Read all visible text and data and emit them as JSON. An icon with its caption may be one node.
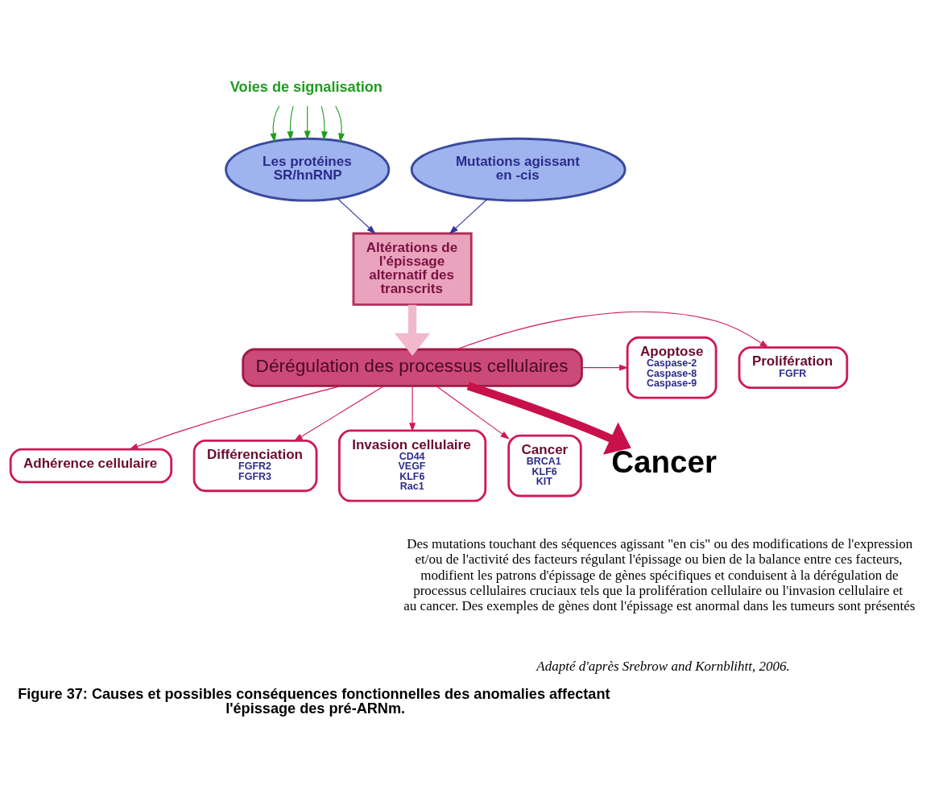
{
  "diagram": {
    "caption": "Figure 37: Causes et possibles conséquences fonctionnelles des anomalies affectant l'épissage des pré-ARNm.",
    "nodes": [
      {
        "text": [
          "Voies de signalisation"
        ]
      },
      {
        "text": [
          "Les protéines SR/hnRNP"
        ]
      },
      {
        "text": [
          "Mutations agissant en -cis"
        ]
      },
      {
        "text": [
          "Altérations de l'épissage alternatif des transcrits"
        ]
      },
      {
        "text": [
          "Dérégulation des processus cellulaires"
        ]
      },
      {
        "text": [
          "Prolifération",
          "FGFR"
        ]
      },
      {
        "text": [
          "Apoptose",
          "Caspase-2",
          "Caspase-8",
          "Caspase-9"
        ]
      },
      {
        "text": [
          "Adhérence cellulaire"
        ]
      },
      {
        "text": [
          "Différenciation",
          "FGFR2",
          "FGFR3"
        ]
      },
      {
        "text": [
          "Invasion cellulaire",
          "CD44",
          "VEGF",
          "KLF6",
          "Rac1"
        ]
      },
      {
        "text": [
          "Cancer",
          "BRCA1",
          "KLF6",
          "KIT"
        ]
      },
      {
        "text": [
          "Cancer"
        ]
      }
    ],
    "edges": [
      {
        "from": 0,
        "to": 1,
        "arrow": "to",
        "color": "#1e9e1e"
      },
      {
        "from": 0,
        "to": 1,
        "arrow": "to",
        "color": "#1e9e1e"
      },
      {
        "from": 0,
        "to": 1,
        "arrow": "to",
        "color": "#1e9e1e"
      },
      {
        "from": 0,
        "to": 1,
        "arrow": "to",
        "color": "#1e9e1e"
      },
      {
        "from": 0,
        "to": 1,
        "arrow": "to",
        "color": "#1e9e1e"
      },
      {
        "from": 1,
        "to": 3,
        "arrow": "to",
        "color": "#2e3596"
      },
      {
        "from": 2,
        "to": 3,
        "arrow": "to",
        "color": "#2e3596"
      },
      {
        "from": 3,
        "to": 4,
        "arrow": "to",
        "style": "thick",
        "color": "#f2b8cc"
      },
      {
        "from": 4,
        "to": 5,
        "arrow": "to"
      },
      {
        "from": 4,
        "to": 6,
        "arrow": "to"
      },
      {
        "from": 4,
        "to": 7,
        "arrow": "to"
      },
      {
        "from": 4,
        "to": 8,
        "arrow": "to"
      },
      {
        "from": 4,
        "to": 9,
        "arrow": "to"
      },
      {
        "from": 4,
        "to": 10,
        "arrow": "to"
      },
      {
        "from": 4,
        "to": 11,
        "arrow": "to",
        "style": "thick",
        "color": "#c8104a"
      }
    ],
    "labels": [
      "Des mutations touchant des séquences agissant \"en cis\" ou des modifications de l'expression et/ou de l'activité des facteurs régulant l'épissage ou bien de la balance entre ces facteurs, modifient les patrons d'épissage de gènes spécifiques et conduisent à la dérégulation de processus cellulaires cruciaux tels que la prolifération cellulaire ou l'invasion cellulaire et au cancer. Des exemples de gènes dont l'épissage est anormal dans les tumeurs sont présentés",
      "Adapté d'après Srebrow and Kornblihtt, 2006."
    ]
  }
}
